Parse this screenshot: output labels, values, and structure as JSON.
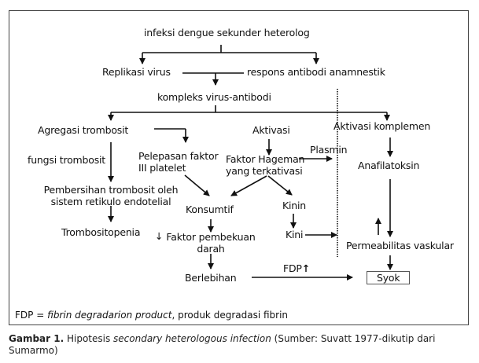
{
  "diagram": {
    "nodes": {
      "infeksi": "infeksi dengue sekunder heterolog",
      "replikasi": "Replikasi virus",
      "respons": "respons antibodi anamnestik",
      "kompleks": "kompleks virus-antibodi",
      "agregasi": "Agregasi trombosit",
      "fungsi": "fungsi trombosit",
      "pembersihan_1": "Pembersihan trombosit oleh",
      "pembersihan_2": "sistem retikulo endotelial",
      "trombositopenia": "Trombositopenia",
      "pelepasan_1": "Pelepasan faktor",
      "pelepasan_2": "III platelet",
      "aktivasi": "Aktivasi",
      "hageman_1": "Faktor Hageman",
      "hageman_2": "yang terkativasi",
      "plasmin": "Plasmin",
      "konsumtif": "Konsumtif",
      "kinin": "Kinin",
      "kini": "Kini",
      "faktor_pembekuan_arrow": "↓",
      "faktor_pembekuan_1": "Faktor pembekuan",
      "faktor_pembekuan_2": "darah",
      "berlebihan": "Berlebihan",
      "fdp": "FDP",
      "fdp_arrow": "🡑",
      "aktivasi_komplemen": "Aktivasi komplemen",
      "anafilatoksin": "Anafilatoksin",
      "permeabilitas": "Permeabilitas vaskular",
      "syok": "Syok"
    },
    "edges": [
      [
        "infeksi",
        "replikasi"
      ],
      [
        "infeksi",
        "respons"
      ],
      [
        "replikasi+respons",
        "kompleks"
      ],
      [
        "kompleks",
        "agregasi"
      ],
      [
        "kompleks",
        "aktivasi_komplemen"
      ],
      [
        "agregasi",
        "pembersihan"
      ],
      [
        "agregasi",
        "pelepasan"
      ],
      [
        "pembersihan",
        "trombositopenia"
      ],
      [
        "pelepasan",
        "konsumtif"
      ],
      [
        "aktivasi",
        "hageman"
      ],
      [
        "hageman",
        "plasmin"
      ],
      [
        "hageman",
        "konsumtif"
      ],
      [
        "hageman",
        "kinin"
      ],
      [
        "kinin",
        "kini"
      ],
      [
        "kini",
        "permeabilitas"
      ],
      [
        "konsumtif",
        "faktor_pembekuan"
      ],
      [
        "faktor_pembekuan",
        "berlebihan"
      ],
      [
        "berlebihan",
        "syok"
      ],
      [
        "aktivasi_komplemen",
        "anafilatoksin"
      ],
      [
        "anafilatoksin",
        "permeabilitas"
      ],
      [
        "permeabilitas",
        "syok"
      ]
    ]
  },
  "legend": {
    "abbr": "FDP = ",
    "term": "fibrin degradarion product",
    "rest": ", produk degradasi fibrin"
  },
  "caption": {
    "label": "Gambar 1.",
    "text_1": " Hipotesis ",
    "italic": "secondary heterologous infection",
    "text_2": " (Sumber: Suvatt 1977-dikutip dari Sumarmo)"
  }
}
